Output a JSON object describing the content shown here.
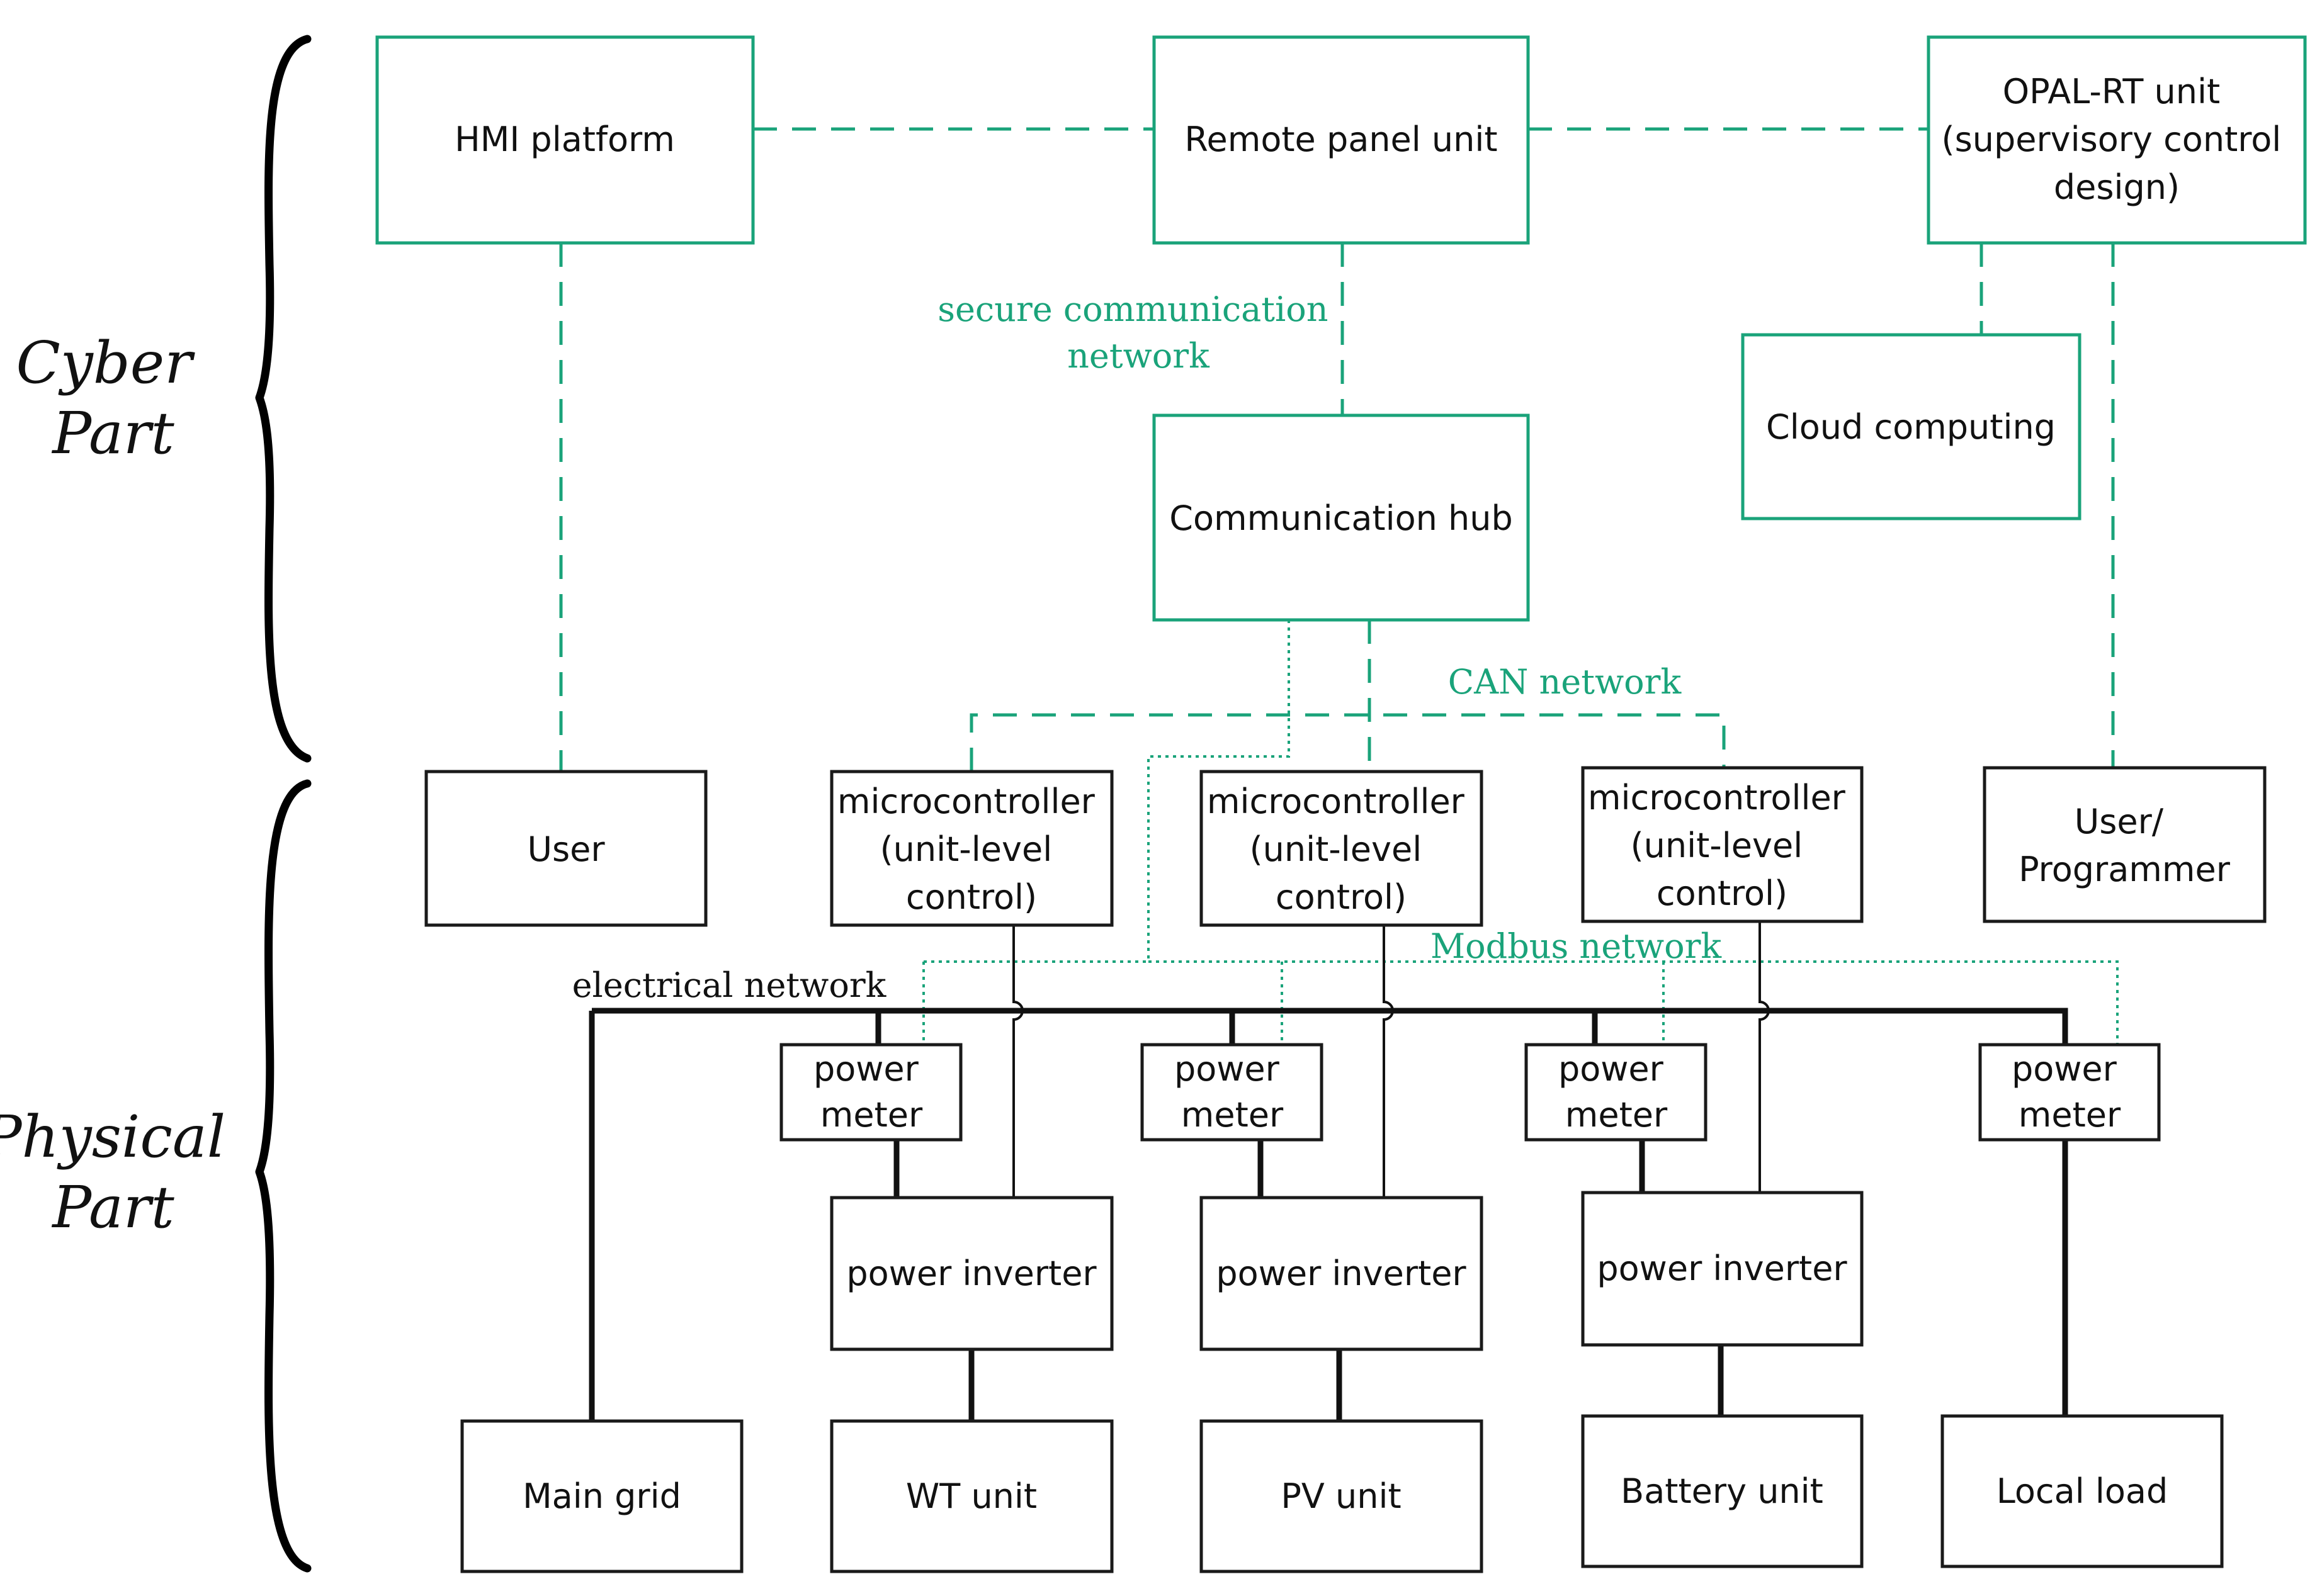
{
  "side_labels": {
    "cyber": [
      "Cyber",
      "Part"
    ],
    "physical": [
      "Physical",
      "Part"
    ]
  },
  "cyber_boxes": {
    "hmi": [
      "HMI platform"
    ],
    "remote": [
      "Remote panel unit"
    ],
    "opal": [
      "OPAL-RT unit",
      "(supervisory control",
      "design)"
    ],
    "cloud": [
      "Cloud computing"
    ],
    "hub": [
      "Communication hub"
    ]
  },
  "network_labels": {
    "secure": [
      "secure communication",
      "network"
    ],
    "can": "CAN network",
    "modbus": "Modbus network",
    "electrical": "electrical network"
  },
  "physical_boxes": {
    "user": [
      "User"
    ],
    "programmer": [
      "User/",
      "Programmer"
    ],
    "mc1": [
      "microcontroller",
      "(unit-level",
      "control)"
    ],
    "mc2": [
      "microcontroller",
      "(unit-level",
      "control)"
    ],
    "mc3": [
      "microcontroller",
      "(unit-level",
      "control)"
    ],
    "pm1": [
      "power",
      "meter"
    ],
    "pm2": [
      "power",
      "meter"
    ],
    "pm3": [
      "power",
      "meter"
    ],
    "pm4": [
      "power",
      "meter"
    ],
    "inv1": [
      "power inverter"
    ],
    "inv2": [
      "power inverter"
    ],
    "inv3": [
      "power inverter"
    ],
    "main_grid": [
      "Main grid"
    ],
    "wt": [
      "WT unit"
    ],
    "pv": [
      "PV unit"
    ],
    "battery": [
      "Battery unit"
    ],
    "load": [
      "Local load"
    ]
  },
  "colors": {
    "cyber_accent": "#1aa37a",
    "physical": "#1a1a1a"
  }
}
